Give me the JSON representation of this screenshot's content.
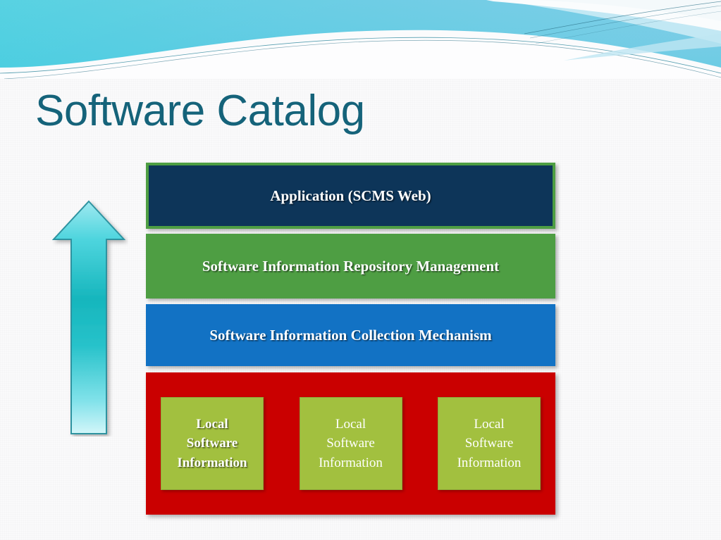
{
  "slide": {
    "title": "Software Catalog",
    "title_color": "#15637a",
    "background_color": "#fafafb"
  },
  "banner": {
    "name": "decorative-wave-banner",
    "gradient_from": "#3bd3e0",
    "gradient_to": "#7cc3e6",
    "accent_color": "#1f7f96"
  },
  "arrow": {
    "name": "upward-arrow",
    "direction": "up",
    "fill_light": "#9ce8ef",
    "fill_mid": "#1fbfc4",
    "stroke": "#2b8f9b"
  },
  "diagram": {
    "layers": [
      {
        "id": "application",
        "label": "Application (SCMS Web)",
        "fill": "#0d3559",
        "border": "#4e9e43",
        "bold": true
      },
      {
        "id": "repository",
        "label": "Software Information Repository Management",
        "fill": "#4e9e43",
        "border": "#4e9e43",
        "bold": true
      },
      {
        "id": "collection",
        "label": "Software  Information Collection  Mechanism",
        "fill": "#1272c4",
        "border": "#1272c4",
        "bold": true
      }
    ],
    "sources_panel": {
      "id": "local-sources",
      "fill": "#ca0000",
      "items": [
        {
          "id": "local-software-information-1",
          "lines": [
            "Local",
            "Software",
            "Information"
          ],
          "fill": "#a2c03f",
          "bold": true
        },
        {
          "id": "local-software-information-2",
          "lines": [
            "Local",
            "Software",
            "Information"
          ],
          "fill": "#a2c03f",
          "bold": false
        },
        {
          "id": "local-software-information-3",
          "lines": [
            "Local",
            "Software",
            "Information"
          ],
          "fill": "#a2c03f",
          "bold": false
        }
      ]
    }
  }
}
